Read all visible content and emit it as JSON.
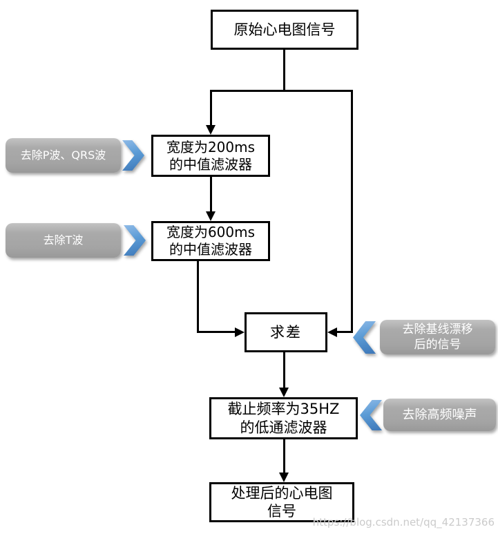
{
  "nodes": {
    "source": {
      "label": "原始心电图信号"
    },
    "median200": {
      "lines": [
        "宽度为200ms",
        "的中值滤波器"
      ]
    },
    "median600": {
      "lines": [
        "宽度为600ms",
        "的中值滤波器"
      ]
    },
    "diff": {
      "label": "求差"
    },
    "lowpass": {
      "lines": [
        "截止频率为35HZ",
        "的低通滤波器"
      ]
    },
    "output": {
      "lines": [
        "处理后的心电图",
        "信号"
      ]
    }
  },
  "callouts": {
    "remove_p_qrs": {
      "label": "去除P波、QRS波",
      "chevron_direction": "right"
    },
    "remove_t": {
      "label": "去除T波",
      "chevron_direction": "right"
    },
    "remove_baseline": {
      "lines": [
        "去除基线漂移",
        "后的信号"
      ],
      "chevron_direction": "left"
    },
    "remove_hf_noise": {
      "label": "去除高频噪声",
      "chevron_direction": "left"
    }
  },
  "colors": {
    "node_border": "#000000",
    "node_fill": "#ffffff",
    "connector": "#000000",
    "callout_fill": "#a6a6a6",
    "callout_text": "#ffffff",
    "chevron_blue": "#5b9bd5",
    "watermark": "#cbcbcb"
  },
  "watermark": {
    "text": "https://blog.csdn.net/qq_42137366"
  }
}
